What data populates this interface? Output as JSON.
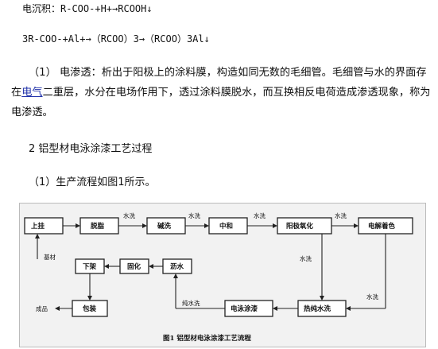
{
  "text": {
    "eq1": "电沉积：R-COO-+H+→RCOOH↓",
    "eq2": "3R-COO-+Al+→（RCOO）3→（RCOO）3Al↓",
    "p1_a": "（1） 电渗透：析出于阳极上的涂料膜，构造如同无数的毛细管。毛细管与水的界面存在",
    "p1_link": "电气",
    "p1_b": "二重层，水分在电场作用下，透过涂料膜脱水，而互换相反电荷造成渗透现象，称为电渗透。",
    "heading": "2 铝型材电泳涂漆工艺过程",
    "sub": "（1）生产流程如图1所示。"
  },
  "flow": {
    "boxes": {
      "shangqua": "上挂",
      "tuozhi": "脱脂",
      "jianxi": "碱洗",
      "zhonghe": "中和",
      "yangji": "阳极氧化",
      "dianjie": "电解着色",
      "xiajia": "下架",
      "guhua": "固化",
      "lishui": "沥水",
      "baozhuang": "包装",
      "diantu": "电泳涂漆",
      "rechun": "热纯水洗"
    },
    "edges": {
      "e1": "水洗",
      "e2": "水洗",
      "e3": "水洗",
      "e4": "水洗",
      "e5": "水洗",
      "e6": "水洗",
      "e7": "纯水洗",
      "jicai": "基材",
      "chengpin": "成品"
    },
    "caption": "图1  铝型材电泳涂漆工艺流程"
  }
}
